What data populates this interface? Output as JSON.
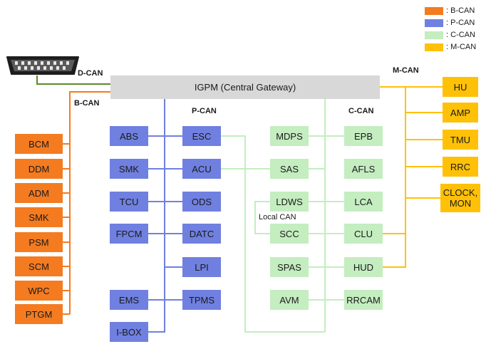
{
  "legend": [
    {
      "label": ": B-CAN",
      "color": "#f47b20"
    },
    {
      "label": ": P-CAN",
      "color": "#7080e0"
    },
    {
      "label": ": C-CAN",
      "color": "#c4edc0"
    },
    {
      "label": ": M-CAN",
      "color": "#ffc107"
    }
  ],
  "gateway": "IGPM (Central Gateway)",
  "bus_labels": {
    "dcan": "D-CAN",
    "bcan": "B-CAN",
    "pcan": "P-CAN",
    "ccan": "C-CAN",
    "mcan": "M-CAN",
    "local_can": "Local CAN"
  },
  "colors": {
    "bcan": "#f47b20",
    "pcan": "#7080e0",
    "ccan": "#c4edc0",
    "mcan": "#ffc107",
    "dcan": "#5a8a2a",
    "gateway": "#d8d8d8"
  },
  "bcan_modules": [
    "BCM",
    "DDM",
    "ADM",
    "SMK",
    "PSM",
    "SCM",
    "WPC",
    "PTGM"
  ],
  "pcan_left": [
    "ABS",
    "SMK",
    "TCU",
    "FPCM",
    "EMS",
    "I-BOX"
  ],
  "pcan_right": [
    "ESC",
    "ACU",
    "ODS",
    "DATC",
    "LPI",
    "TPMS"
  ],
  "ccan_left": [
    "MDPS",
    "SAS",
    "LDWS",
    "SCC",
    "SPAS",
    "AVM"
  ],
  "ccan_right": [
    "EPB",
    "AFLS",
    "LCA",
    "CLU",
    "HUD",
    "RRCAM"
  ],
  "mcan_modules": [
    "HU",
    "AMP",
    "TMU",
    "RRC",
    "CLOCK,\nMON"
  ]
}
